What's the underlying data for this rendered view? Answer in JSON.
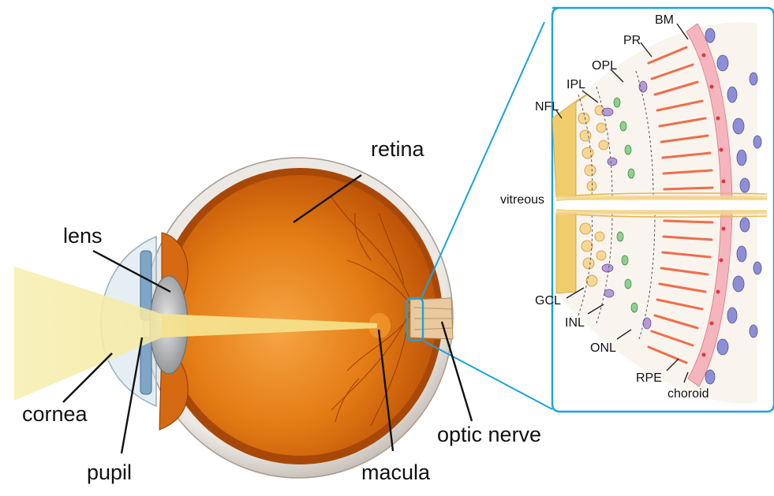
{
  "eye_labels": {
    "retina": "retina",
    "lens": "lens",
    "cornea": "cornea",
    "pupil": "pupil",
    "macula": "macula",
    "optic_nerve": "optic nerve"
  },
  "inset_labels": {
    "bm": "BM",
    "pr": "PR",
    "opl": "OPL",
    "ipl": "IPL",
    "nfl": "NFL",
    "vitreous": "vitreous",
    "gcl": "GCL",
    "inl": "INL",
    "onl": "ONL",
    "rpe": "RPE",
    "choroid": "choroid"
  },
  "colors": {
    "inset_border": "#1aa3dc",
    "light_beam": "#f3e9a2",
    "eye_interior": "#e07a12",
    "sclera": "#dcd6d0",
    "photoreceptor": "#ef6e4a",
    "bipolar": "#4cae5a",
    "choroid_cells": "#6d6fc0",
    "nerve_fiber": "#f0cc6c",
    "rpe_cells": "#f5b5be"
  }
}
